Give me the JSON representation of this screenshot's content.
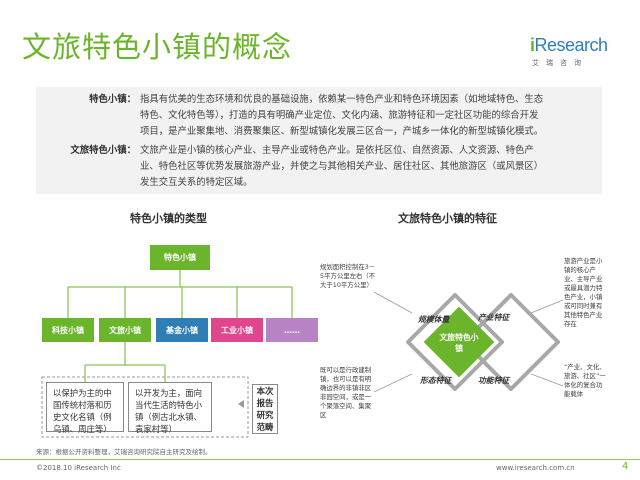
{
  "header": {
    "title": "文旅特色小镇的概念",
    "logo_prefix": "i",
    "logo_main": "Research",
    "logo_sub": "艾瑞咨询"
  },
  "definitions": [
    {
      "term": "特色小镇：",
      "lines": [
        "指具有优美的生态环境和优良的基础设施，依赖某一特色产业和特色环境因素（如地域特色、生态",
        "特色、文化特色等），打造的具有明确产业定位、文化内涵、旅游特征和一定社区功能的综合开发",
        "项目，是产业聚集地、消费聚集区、新型城镇化发展三区合一，产城乡一体化的新型城镇化模式。"
      ]
    },
    {
      "term": "文旅特色小镇：",
      "lines": [
        "文旅产业是小镇的核心产业、主导产业或特色产业。是依托区位、自然资源、人文资源、特色产",
        "业、特色社区等优势发展旅游产业，并使之与其他相关产业、居住社区、其他旅游区（或风景区）",
        "发生交互关系的特定区域。"
      ]
    }
  ],
  "types_section": {
    "title": "特色小镇的类型",
    "root": "特色小镇",
    "children": [
      "科技小镇",
      "文旅小镇",
      "基金小镇",
      "工业小镇",
      "……"
    ],
    "desc_left": "以保护为主的中国传统村落和历史文化名镇（例乌镇、周庄等）",
    "desc_right": "以开发为主，面向当代生活的特色小镇（例古北水镇、袁家村等）",
    "side_box": "本次报告研究范畴"
  },
  "features_section": {
    "title": "文旅特色小镇的特征",
    "center": "文旅特色小镇",
    "labels": {
      "scale": "规模体量",
      "industry": "产业特征",
      "form": "形态特征",
      "function": "功能特征"
    },
    "texts": {
      "scale": "规划面积控制在3－5平方公里左右（不大于10平方公里）",
      "industry": "旅游产业是小镇的核心产业、主导产业或最具潜力特色产业，小镇或可同时兼有其他特色产业存在",
      "form": "既可以是行政建制镇，也可以是有明确边界的非镇非区非园空间，或是一个聚落空间、集聚区",
      "function": "“产业、文化、旅游、社区”一体化的复合功能载体"
    }
  },
  "footer": {
    "source": "来源：根据公开资料整理，艾瑞咨询研究院自主研究及绘制。",
    "copyright": "©2018.10 iResearch Inc",
    "url": "www.iresearch.com.cn",
    "page": "4"
  },
  "colors": {
    "green": "#6bb52d",
    "blue": "#2f7fb5",
    "pink": "#e0468d",
    "orange": "#f2883d",
    "purple": "#b783c5"
  }
}
